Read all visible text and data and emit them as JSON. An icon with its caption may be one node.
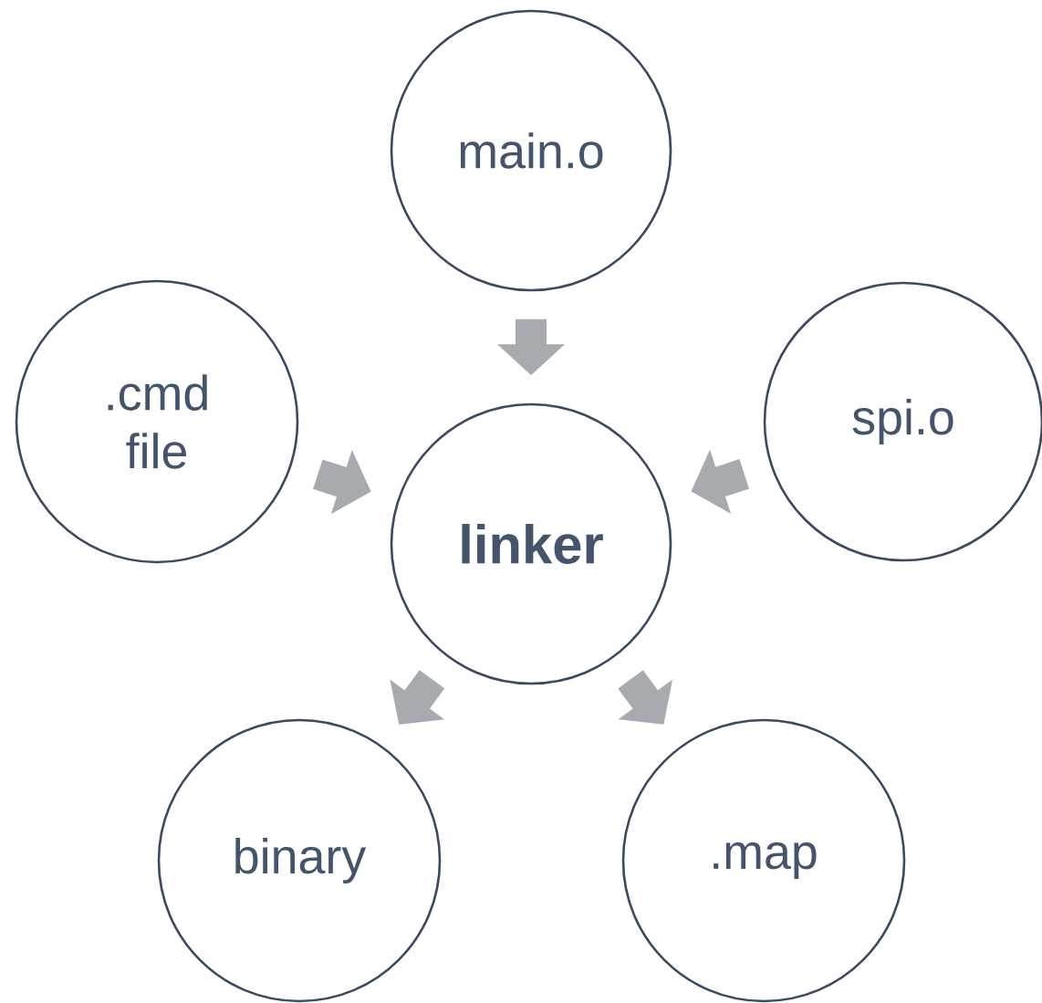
{
  "diagram": {
    "nodes": [
      {
        "text": [
          "main.o"
        ]
      },
      {
        "text": [
          ".cmd file"
        ]
      },
      {
        "text": [
          "spi.o"
        ]
      },
      {
        "text": [
          "linker"
        ]
      },
      {
        "text": [
          "binary"
        ]
      },
      {
        "text": [
          ".map"
        ]
      }
    ],
    "edges": [
      {
        "from": 0,
        "to": 3,
        "arrow": "to"
      },
      {
        "from": 1,
        "to": 3,
        "arrow": "to"
      },
      {
        "from": 2,
        "to": 3,
        "arrow": "to"
      },
      {
        "from": 3,
        "to": 4,
        "arrow": "to"
      },
      {
        "from": 3,
        "to": 5,
        "arrow": "to"
      }
    ]
  }
}
